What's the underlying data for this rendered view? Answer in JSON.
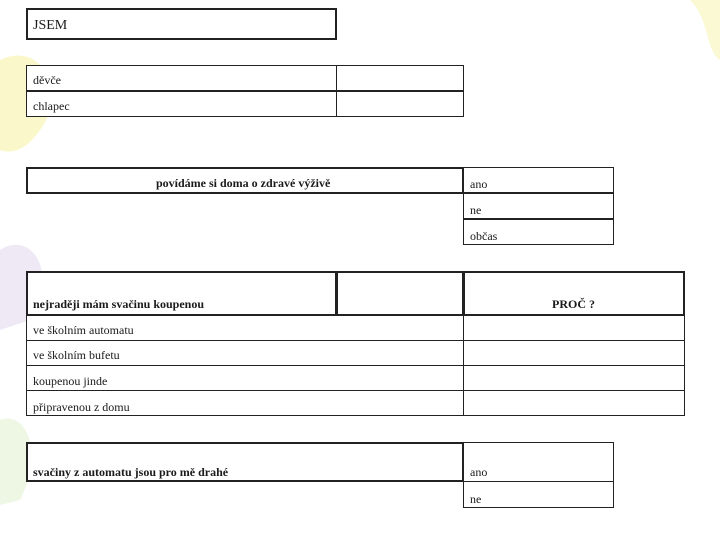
{
  "survey": {
    "jsem": {
      "title": "JSEM",
      "options": [
        "děvče",
        "chlapec"
      ]
    },
    "q1": {
      "question": "povídáme si doma o zdravé výživě",
      "answers": [
        "ano",
        "ne",
        "občas"
      ]
    },
    "q2": {
      "question": "nejraději mám svačinu koupenou",
      "why_label": "PROČ ?",
      "options": [
        "ve školním automatu",
        "ve školním bufetu",
        "koupenou jinde",
        "připravenou z domu"
      ]
    },
    "q3": {
      "question": "svačiny z automatu jsou pro mě drahé",
      "answers": [
        "ano",
        "ne"
      ]
    }
  },
  "colors": {
    "border": "#222222",
    "decoration_yellow": "#f6f3a8",
    "decoration_violet": "#e8dff2",
    "decoration_green": "#e6f4d8"
  }
}
